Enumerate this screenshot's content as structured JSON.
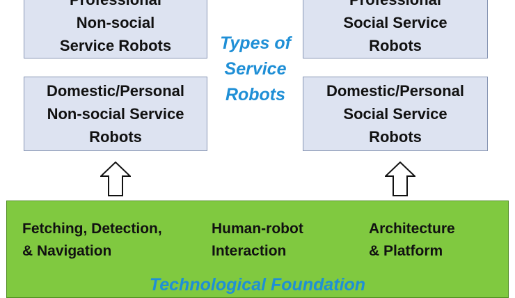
{
  "boxes": {
    "top_left": {
      "lines": [
        "Professional",
        "Non-social",
        "Service Robots"
      ]
    },
    "top_right": {
      "lines": [
        "Professional",
        "Social Service",
        "Robots"
      ]
    },
    "bottom_left": {
      "lines": [
        "Domestic/Personal",
        "Non-social Service",
        "Robots"
      ]
    },
    "bottom_right": {
      "lines": [
        "Domestic/Personal",
        "Social Service",
        "Robots"
      ]
    }
  },
  "center_title": {
    "lines": [
      "Types of",
      "Service",
      "Robots"
    ]
  },
  "foundation": {
    "items": [
      {
        "lines": [
          "Fetching, Detection,",
          "& Navigation"
        ]
      },
      {
        "lines": [
          "Human-robot",
          "Interaction"
        ]
      },
      {
        "lines": [
          "Architecture",
          "& Platform"
        ]
      }
    ],
    "title": "Technological Foundation"
  },
  "colors": {
    "box_fill": "#dde3f1",
    "box_border": "#8795b3",
    "foundation_fill": "#80c940",
    "title_blue": "#1f8fd6"
  },
  "icons": [
    "up-arrow-icon",
    "up-arrow-icon"
  ]
}
